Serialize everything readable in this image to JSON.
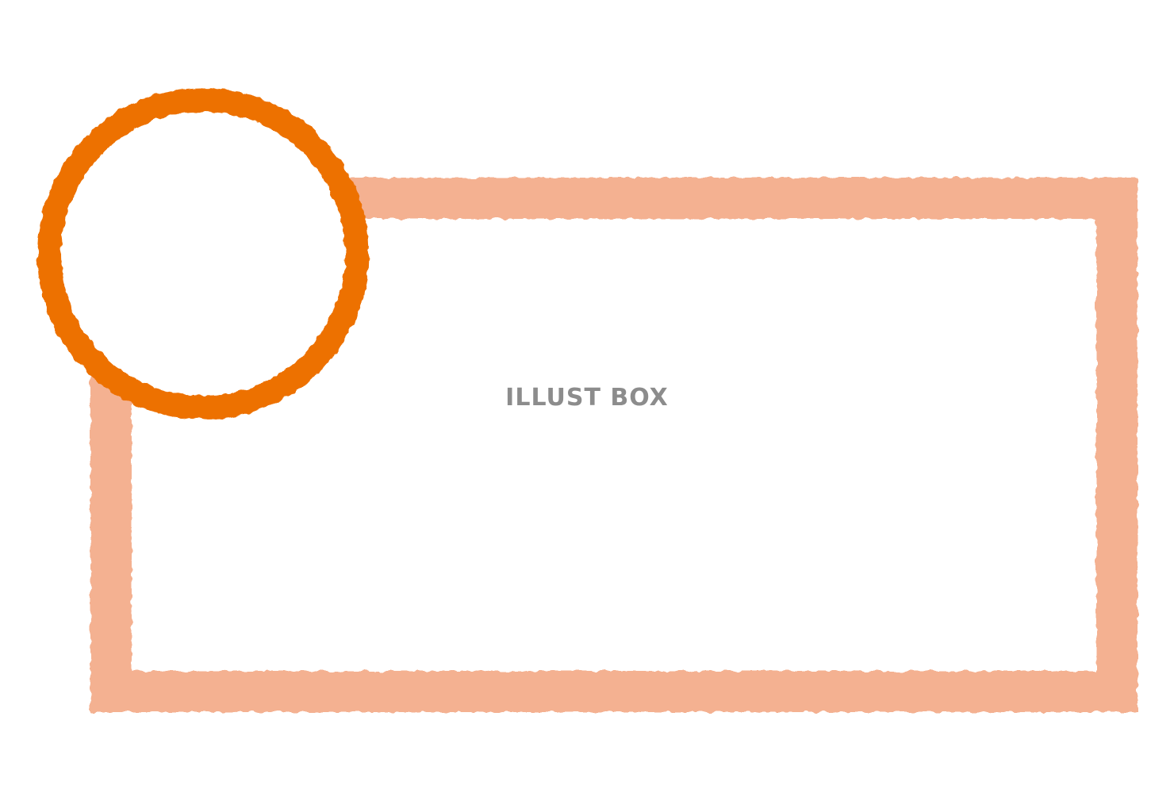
{
  "watermark": {
    "text": "ILLUST BOX",
    "color": "#8c8c8c"
  },
  "frame": {
    "rectangle": {
      "color": "#f4b191",
      "style": "rough brush-stroke border"
    },
    "circle": {
      "color": "#ed7105",
      "style": "rough brush-stroke ring"
    }
  }
}
